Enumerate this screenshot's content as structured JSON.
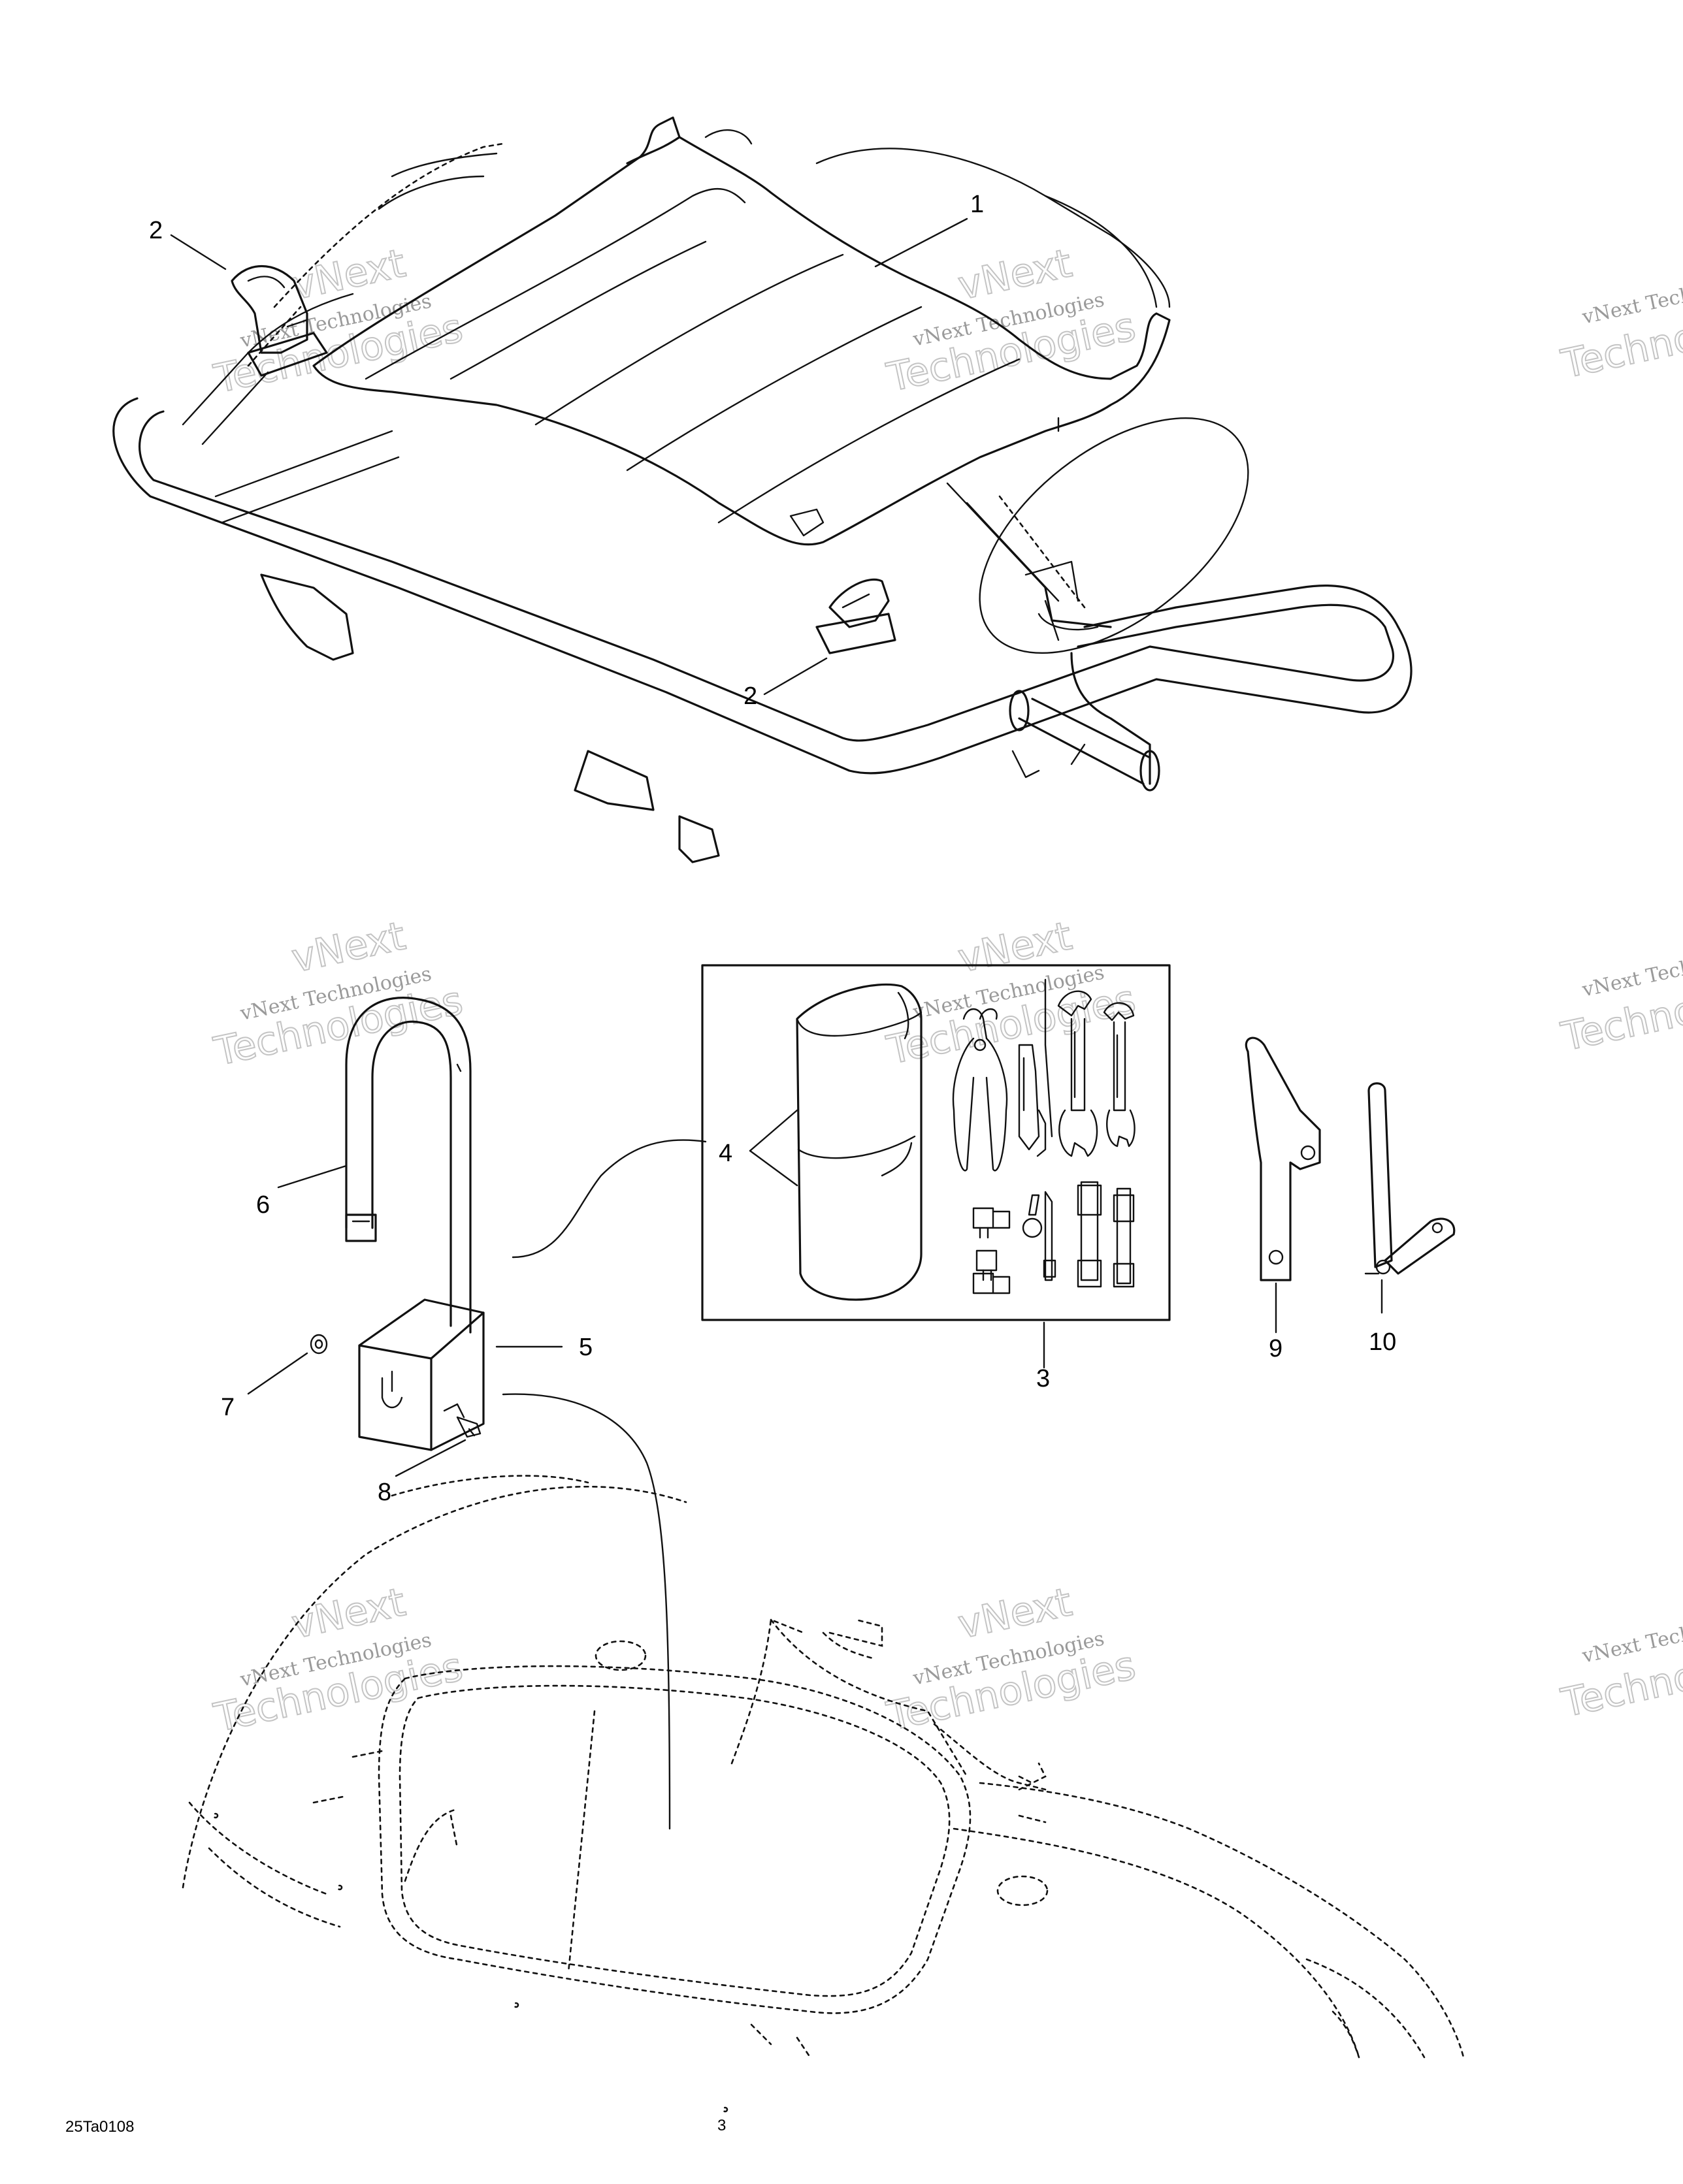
{
  "watermark": {
    "line1": "vNext",
    "line2": "vNext Technologies",
    "line3": "Technologies"
  },
  "callouts": {
    "c1": "1",
    "c2a": "2",
    "c2b": "2",
    "c3": "3",
    "c4": "4",
    "c5": "5",
    "c6": "6",
    "c7": "7",
    "c8": "8",
    "c9": "9",
    "c10": "10"
  },
  "figure_id": "25Ta0108",
  "page_mark": "3"
}
